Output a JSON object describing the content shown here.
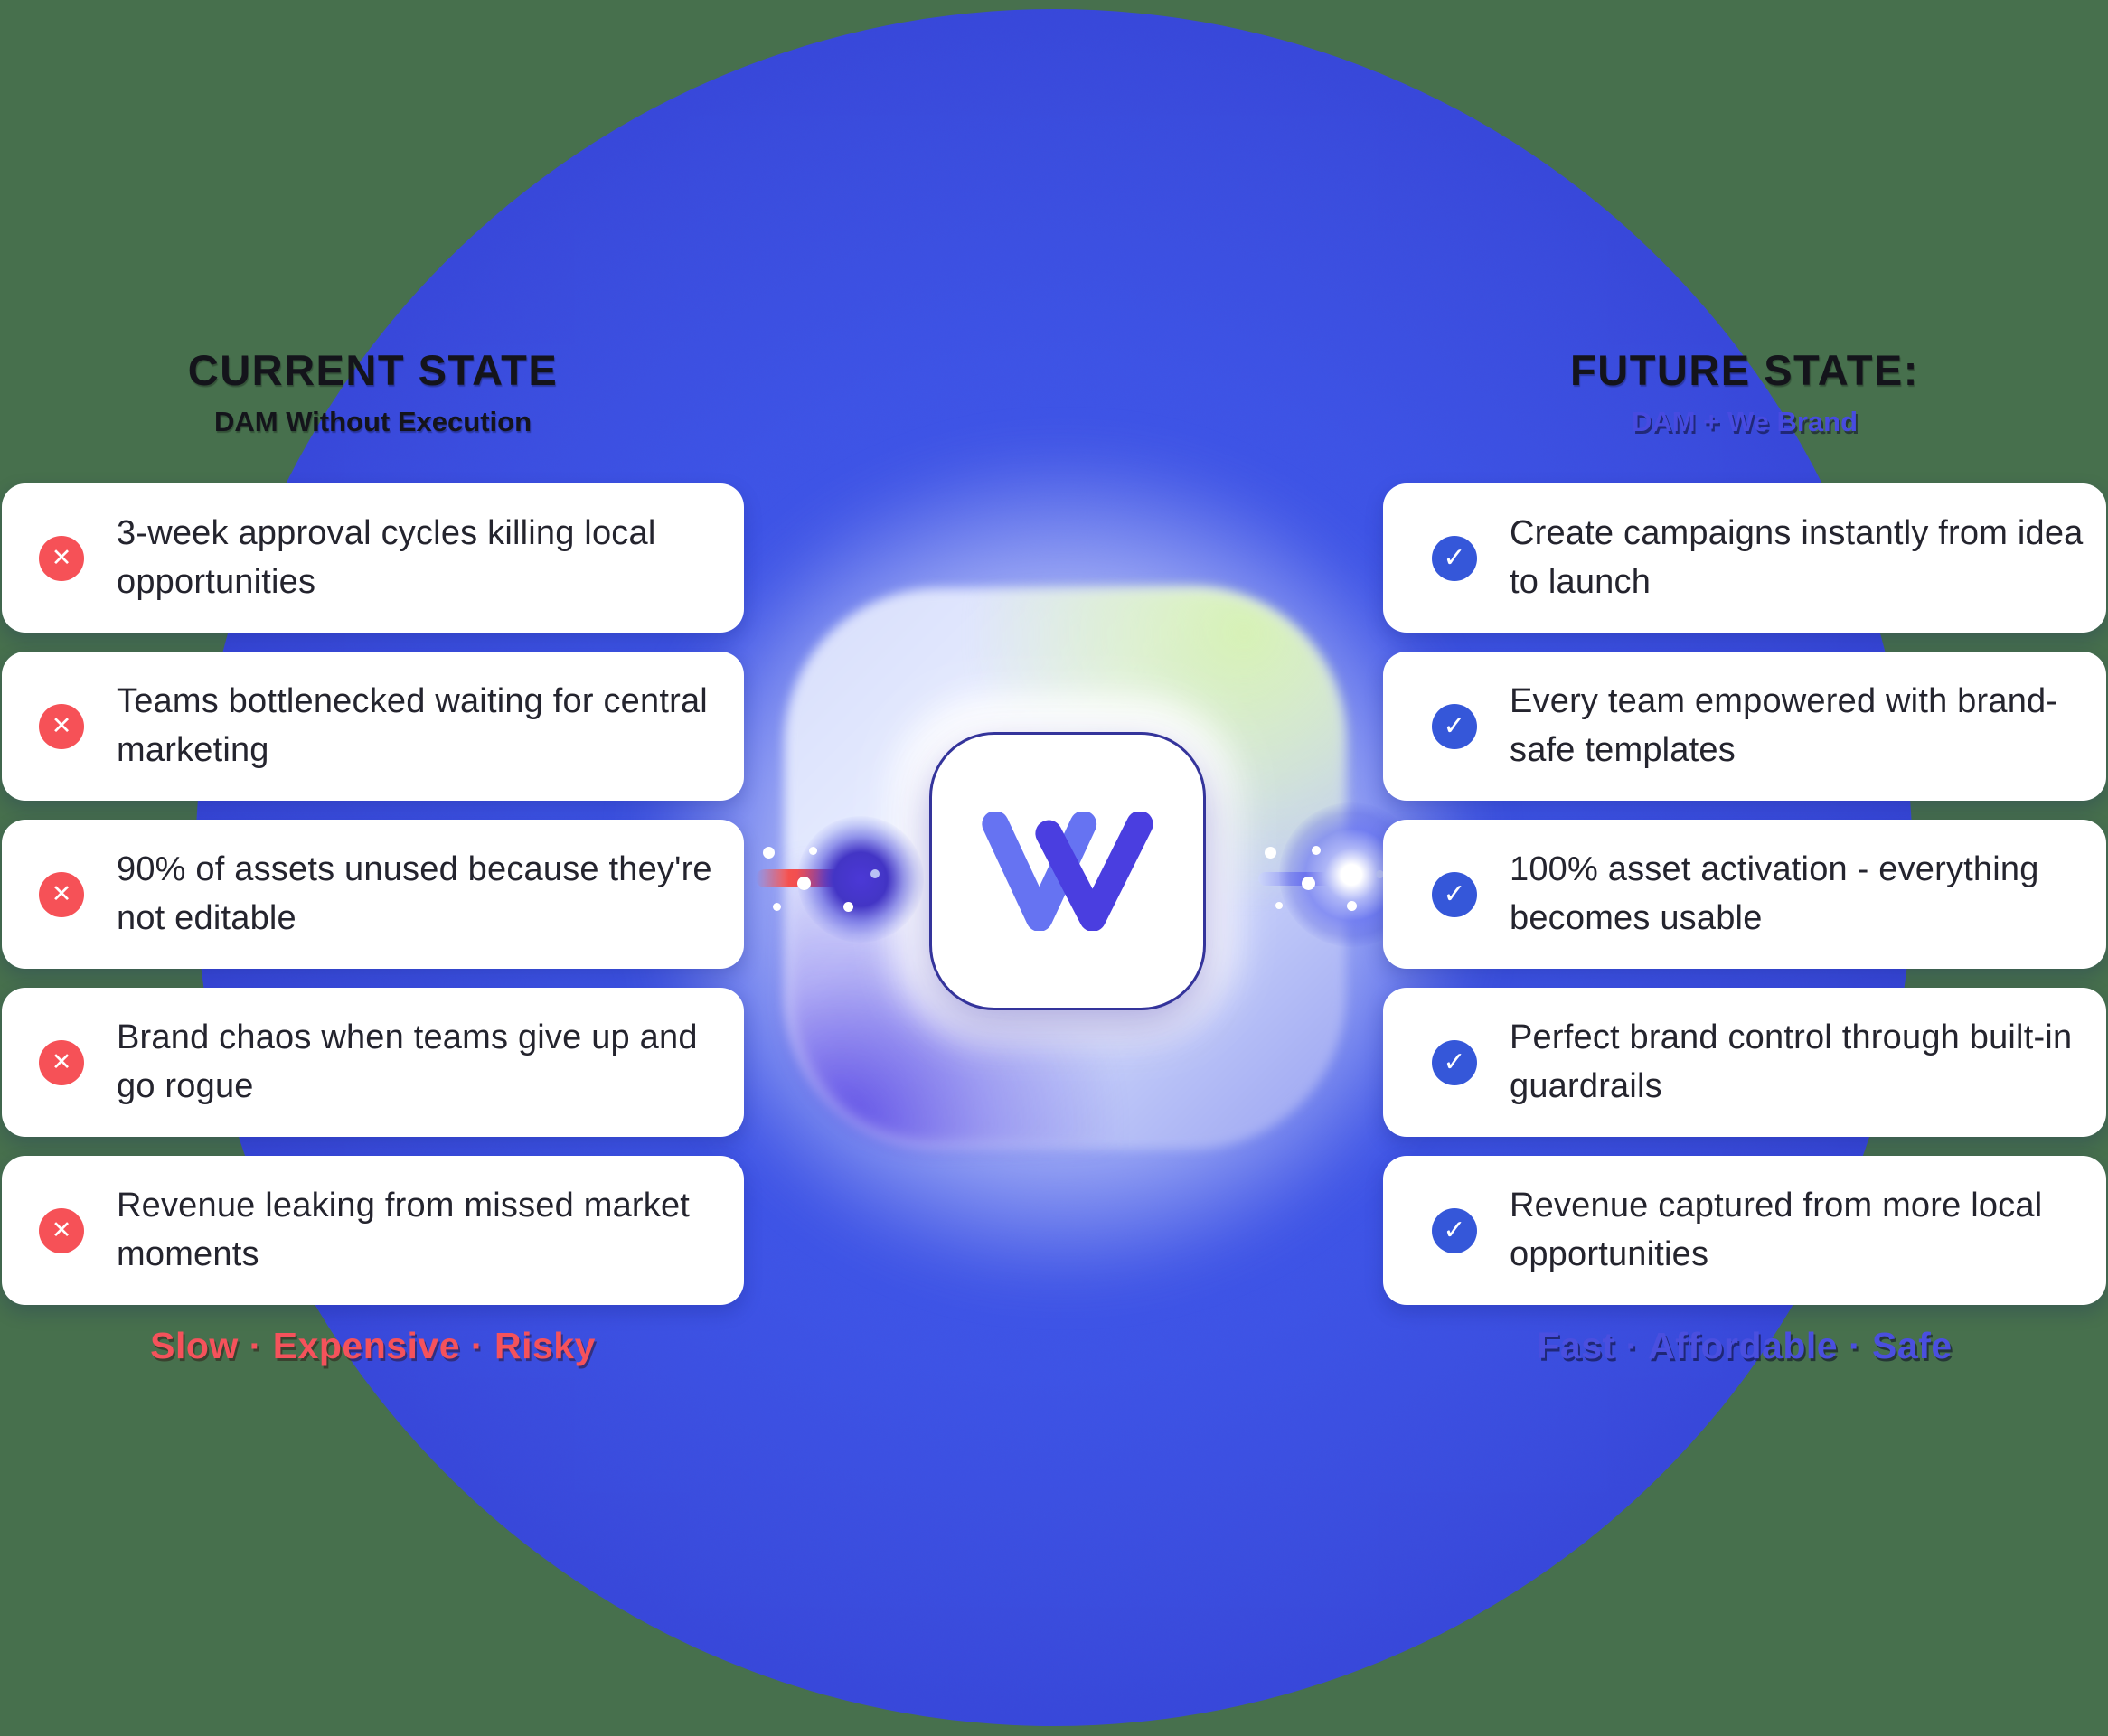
{
  "palette": {
    "page_background": "#47704d",
    "halo_blue": "#0d2fff",
    "core_blue": "#4052e4",
    "negative_red": "#f65157",
    "positive_blue": "#3557d9",
    "left_footer_red": "#f5525b",
    "right_footer_blue": "#4a4fdf",
    "right_subtitle_blue": "#474be0",
    "logo_light_blue": "#6673f2",
    "logo_dark_indigo": "#4a3ee0"
  },
  "left": {
    "title": "CURRENT STATE",
    "subtitle": "DAM Without Execution",
    "icon": "x-icon",
    "icon_glyph": "✕",
    "items": [
      {
        "text": "3-week approval cycles killing local opportunities"
      },
      {
        "text": "Teams bottlenecked waiting for central marketing"
      },
      {
        "text": "90% of assets unused because they're not editable"
      },
      {
        "text": "Brand chaos when teams give up and go rogue"
      },
      {
        "text": "Revenue leaking from missed market moments"
      }
    ],
    "footer": "Slow · Expensive · Risky"
  },
  "right": {
    "title": "FUTURE STATE:",
    "subtitle": "DAM + We Brand",
    "icon": "check-icon",
    "icon_glyph": "✓",
    "items": [
      {
        "text": "Create campaigns instantly from idea to launch"
      },
      {
        "text": "Every team empowered with brand-safe templates"
      },
      {
        "text": "100% asset activation - everything becomes usable"
      },
      {
        "text": "Perfect brand control through built-in guardrails"
      },
      {
        "text": "Revenue captured from more local opportunities"
      }
    ],
    "footer": "Fast · Affordable · Safe"
  },
  "center": {
    "logo": "we-brand-w-logo"
  }
}
